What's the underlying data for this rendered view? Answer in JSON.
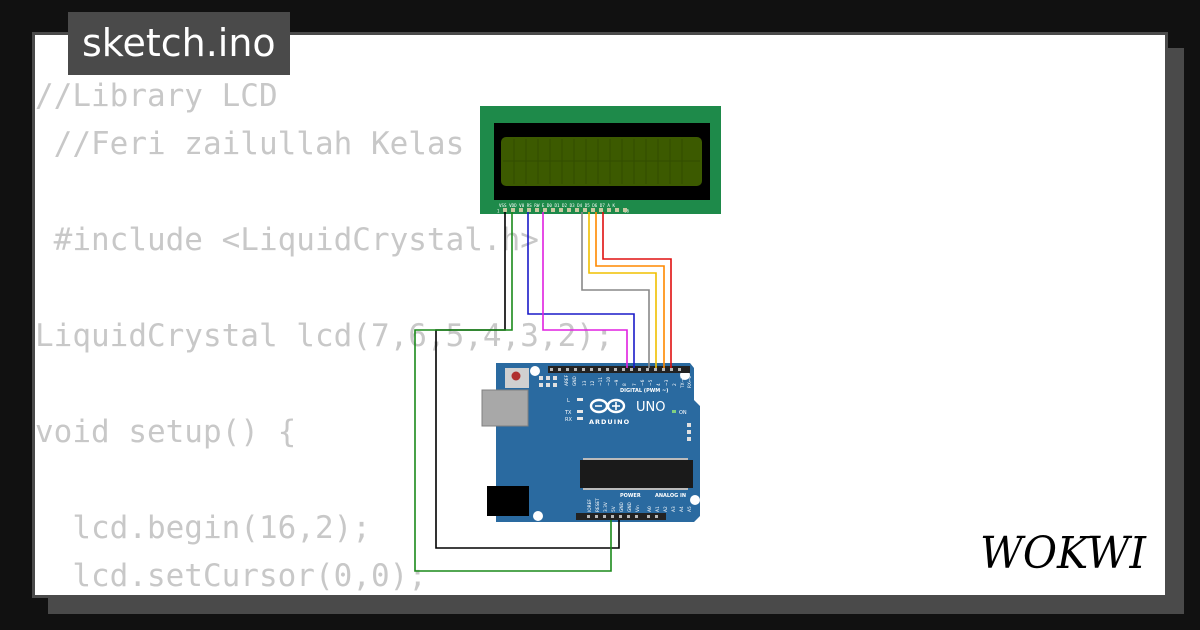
{
  "tab": {
    "filename": "sketch.ino"
  },
  "code": {
    "lines": [
      "//Library LCD",
      " //Feri zailullah Kelas",
      "",
      " #include <LiquidCrystal.h>",
      "",
      "LiquidCrystal lcd(7,6,5,4,3,2);",
      "",
      "void setup() {",
      "",
      "  lcd.begin(16,2);",
      "  lcd.setCursor(0,0);"
    ]
  },
  "lcd": {
    "pin_labels": "VSS VDD V0 RS RW E D0 D1 D2 D3 D4 D5 D6 D7 A K",
    "pin_number_first": "1",
    "pin_number_last": "16"
  },
  "arduino": {
    "brand": "ARDUINO",
    "model": "UNO",
    "on_label": "ON",
    "tx_label": "TX",
    "rx_label": "RX",
    "l_label": "L",
    "digital_label": "DIGITAL (PWM ~)",
    "power_label": "POWER",
    "analog_label": "ANALOG IN",
    "digital_pins": [
      "AREF",
      "GND",
      "13",
      "12",
      "~11",
      "~10",
      "~9",
      "8",
      "7",
      "~6",
      "~5",
      "4",
      "~3",
      "2",
      "TX→1",
      "RX←0"
    ],
    "power_pins": [
      "IOREF",
      "RESET",
      "3.3V",
      "5V",
      "GND",
      "GND",
      "Vin"
    ],
    "analog_pins": [
      "A0",
      "A1",
      "A2",
      "A3",
      "A4",
      "A5"
    ]
  },
  "brand": {
    "logo_text": "WOKWI"
  },
  "colors": {
    "background": "#111111",
    "panel": "#4a4a4a",
    "card": "#ffffff",
    "code_text": "#c8c8c8",
    "lcd_pcb": "#1e8a4a",
    "lcd_screen": "#3c5a00",
    "arduino_board": "#2a6aa0",
    "wire_black": "#000000",
    "wire_green": "#1a8a1a",
    "wire_blue": "#1a1ac8",
    "wire_magenta": "#e020e0",
    "wire_gray": "#888888",
    "wire_yellow": "#f0c000",
    "wire_orange": "#ff8800",
    "wire_red": "#e01010"
  }
}
